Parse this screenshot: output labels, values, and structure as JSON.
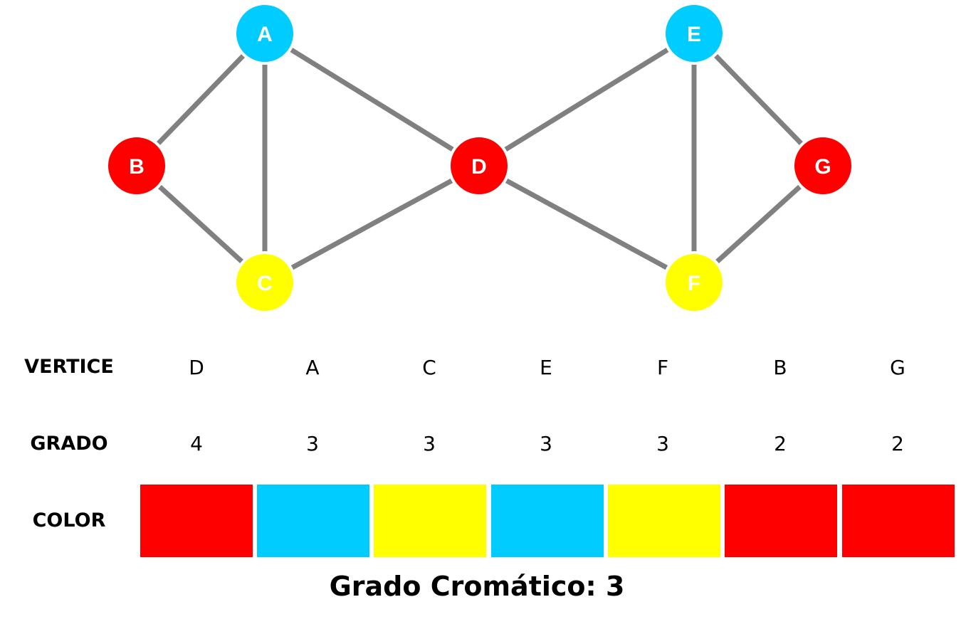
{
  "graph": {
    "nodes": [
      {
        "id": "A",
        "color": "#00CCFF"
      },
      {
        "id": "B",
        "color": "#FF0000"
      },
      {
        "id": "C",
        "color": "#FFFF00"
      },
      {
        "id": "D",
        "color": "#FF0000"
      },
      {
        "id": "E",
        "color": "#00CCFF"
      },
      {
        "id": "F",
        "color": "#FFFF00"
      },
      {
        "id": "G",
        "color": "#FF0000"
      }
    ],
    "edges": [
      [
        "A",
        "B"
      ],
      [
        "A",
        "C"
      ],
      [
        "A",
        "D"
      ],
      [
        "B",
        "C"
      ],
      [
        "C",
        "D"
      ],
      [
        "D",
        "E"
      ],
      [
        "D",
        "F"
      ],
      [
        "E",
        "F"
      ],
      [
        "E",
        "G"
      ],
      [
        "F",
        "G"
      ]
    ],
    "edge_color": "#808080"
  },
  "table": {
    "row_labels": {
      "vertice": "VERTICE",
      "grado": "GRADO",
      "color": "COLOR"
    },
    "columns": [
      {
        "vertice": "D",
        "grado": "4",
        "color": "#FF0000"
      },
      {
        "vertice": "A",
        "grado": "3",
        "color": "#00CCFF"
      },
      {
        "vertice": "C",
        "grado": "3",
        "color": "#FFFF00"
      },
      {
        "vertice": "E",
        "grado": "3",
        "color": "#00CCFF"
      },
      {
        "vertice": "F",
        "grado": "3",
        "color": "#FFFF00"
      },
      {
        "vertice": "B",
        "grado": "2",
        "color": "#FF0000"
      },
      {
        "vertice": "G",
        "grado": "2",
        "color": "#FF0000"
      }
    ]
  },
  "result": "Grado Cromático: 3"
}
